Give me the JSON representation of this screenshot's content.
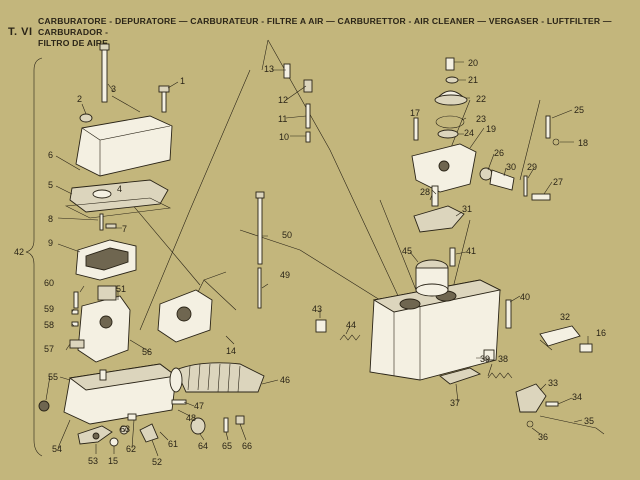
{
  "header": {
    "plate": "T. VI",
    "title": "CARBURATORE - DEPURATORE  —  CARBURATEUR - FILTRE A AIR  —  CARBURETTOR - AIR CLEANER  —  VERGASER - LUFTFILTER  —  CARBURADOR -\nFILTRO DE AIRE"
  },
  "callouts": {
    "c1": "1",
    "c2": "2",
    "c3": "3",
    "c4": "4",
    "c5": "5",
    "c6": "6",
    "c7": "7",
    "c8": "8",
    "c9": "9",
    "c10": "10",
    "c11": "11",
    "c12": "12",
    "c13": "13",
    "c14": "14",
    "c15": "15",
    "c16": "16",
    "c17": "17",
    "c18": "18",
    "c19": "19",
    "c20": "20",
    "c21": "21",
    "c22": "22",
    "c23": "23",
    "c24": "24",
    "c25": "25",
    "c26": "26",
    "c27": "27",
    "c28": "28",
    "c29": "29",
    "c30": "30",
    "c31": "31",
    "c32": "32",
    "c33": "33",
    "c34": "34",
    "c35": "35",
    "c36": "36",
    "c37": "37",
    "c38": "38",
    "c39": "39",
    "c40": "40",
    "c41": "41",
    "c42": "42",
    "c43": "43",
    "c44": "44",
    "c45": "45",
    "c46": "46",
    "c47": "47",
    "c48": "48",
    "c49": "49",
    "c50": "50",
    "c51": "51",
    "c52": "52",
    "c53": "53",
    "c54": "54",
    "c55": "55",
    "c56": "56",
    "c57": "57",
    "c58": "58",
    "c59": "59",
    "c60": "60",
    "c61": "61",
    "c62": "62",
    "c63": "63",
    "c64": "64",
    "c65": "65",
    "c66": "66"
  }
}
